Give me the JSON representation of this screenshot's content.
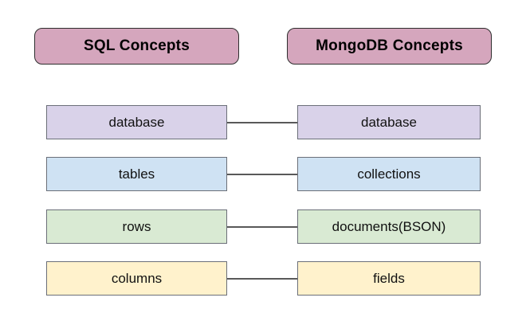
{
  "canvas": {
    "background": "#ffffff"
  },
  "headers": {
    "fill": "#d5a6bd",
    "border_color": "#2e2e2e",
    "left_label": "SQL Concepts",
    "right_label": "MongoDB Concepts"
  },
  "box_style": {
    "border_color": "#6b6f78",
    "connector_color": "#595959",
    "text_color": "#111111"
  },
  "rows": [
    {
      "sql": "database",
      "mongo": "database",
      "fill": "#d9d2e9"
    },
    {
      "sql": "tables",
      "mongo": "collections",
      "fill": "#cfe2f3"
    },
    {
      "sql": "rows",
      "mongo": "documents(BSON)",
      "fill": "#d9ead3"
    },
    {
      "sql": "columns",
      "mongo": "fields",
      "fill": "#fff2cc"
    }
  ]
}
